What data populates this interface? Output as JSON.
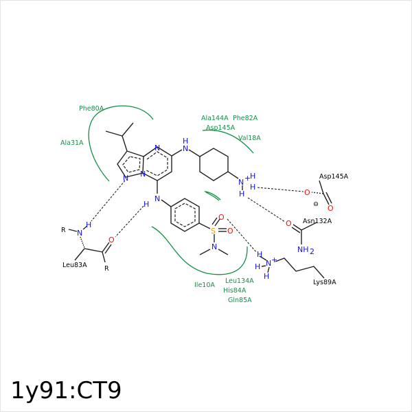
{
  "title": "1y91:CT9",
  "residues_hydrophobic": [
    "Phe80A",
    "Ala31A",
    "Ala144A",
    "Phe82A",
    "Asp145A",
    "Val18A",
    "Ile10A",
    "Leu134A",
    "His84A",
    "Gln85A"
  ],
  "residues_hbond": [
    "Leu83A",
    "Asp145A",
    "Asn132A",
    "Lys89A"
  ],
  "atoms": {
    "N": "N",
    "H": "H",
    "O": "O",
    "S": "S",
    "R": "R",
    "NH2": "NH",
    "sub2": "2",
    "plus": "+",
    "minus": "⊖"
  },
  "colors": {
    "hydrophobic": "#119146",
    "nitrogen": "#1010ee",
    "oxygen": "#ee1010",
    "sulfur": "#e6a000"
  }
}
